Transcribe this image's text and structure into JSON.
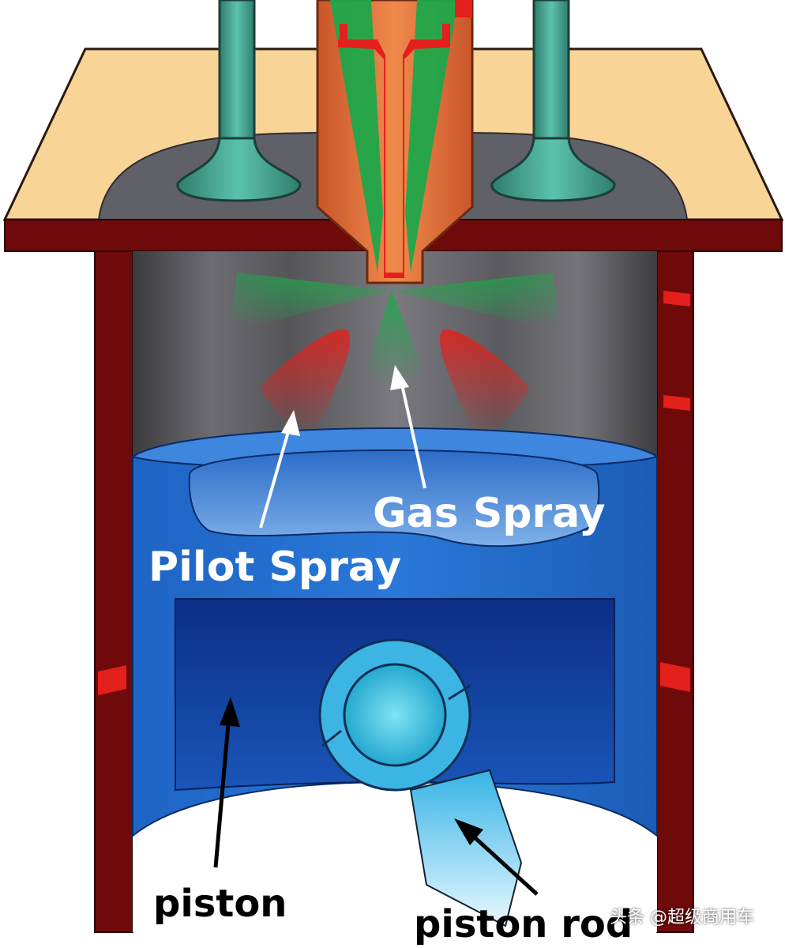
{
  "labels": {
    "gas_spray": "Gas Spray",
    "pilot_spray": "Pilot Spray",
    "piston": "piston",
    "piston_rod": "piston rod"
  },
  "watermark": "头条 @超级商用车",
  "colors": {
    "cylinder_wall": "#6e0a0a",
    "cylinder_head": "#f9d497",
    "valve": "#3e9b88",
    "injector": "#e8733a",
    "gas_spray": "#1ea84a",
    "pilot_spray": "#e3201b",
    "piston": "#1f6fd2",
    "piston_rod": "#7fd6f0"
  }
}
